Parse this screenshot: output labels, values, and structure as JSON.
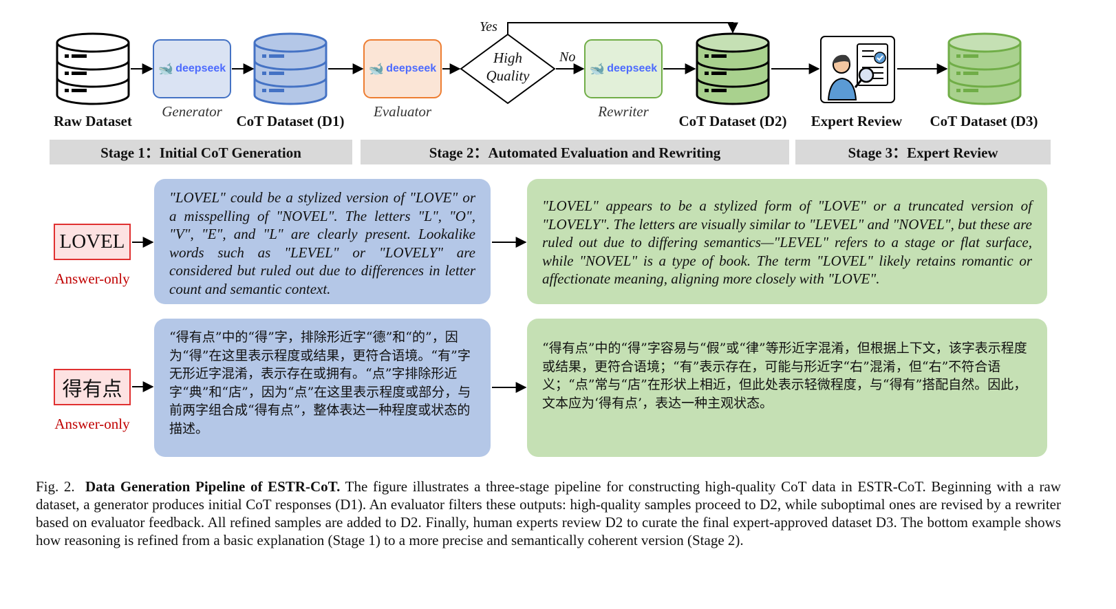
{
  "pipeline": {
    "nodes": {
      "raw_dataset": "Raw Dataset",
      "cot_d1": "CoT Dataset (D1)",
      "cot_d2": "CoT Dataset (D2)",
      "expert_review": "Expert Review",
      "cot_d3": "CoT Dataset (D3)"
    },
    "roles": {
      "generator": "Generator",
      "evaluator": "Evaluator",
      "rewriter": "Rewriter"
    },
    "model_logo_text": "deepseek",
    "decision": {
      "line1": "High",
      "line2": "Quality",
      "yes": "Yes",
      "no": "No"
    },
    "stages": [
      "Stage 1：Initial CoT Generation",
      "Stage 2：Automated Evaluation and Rewriting",
      "Stage 3：Expert Review"
    ],
    "colors": {
      "raw": "#ffffff",
      "blue": "#b4c7e7",
      "blue_stroke": "#4472c4",
      "orange": "#fbe5d6",
      "orange_stroke": "#ed7d31",
      "green": "#c5e0b4",
      "green_stroke": "#70ad47",
      "answer_red": "#c00000"
    }
  },
  "examples": [
    {
      "word": "LOVEL",
      "tag": "Answer-only",
      "stage1": "\"LOVEL\" could be a stylized version of \"LOVE\" or a misspelling of \"NOVEL\".  The letters \"L\", \"O\", \"V\", \"E\", and \"L\" are clearly present. Lookalike words such as \"LEVEL\" or \"LOVELY\" are considered but ruled out due to differences in letter count and semantic context.",
      "stage2": "\"LOVEL\" appears to be a stylized form of \"LOVE\" or a truncated version of \"LOVELY\". The letters are visually similar to \"LEVEL\" and \"NOVEL\", but these are ruled out due to differing semantics—\"LEVEL\" refers to a stage or flat surface, while \"NOVEL\" is a type of book. The term \"LOVEL\" likely retains romantic or affectionate meaning, aligning more closely with \"LOVE\"."
    },
    {
      "word": "得有点",
      "tag": "Answer-only",
      "stage1": "“得有点”中的“得”字，排除形近字“德”和“的”，因为“得”在这里表示程度或结果，更符合语境。“有”字无形近字混淆，表示存在或拥有。“点”字排除形近字“典”和“店”，因为“点”在这里表示程度或部分，与前两字组合成“得有点”，整体表达一种程度或状态的描述。",
      "stage2": "“得有点”中的“得”字容易与“假”或“律”等形近字混淆，但根据上下文，该字表示程度或结果，更符合语境；“有”表示存在，可能与形近字“右”混淆，但“右”不符合语义；“点”常与“店”在形状上相近，但此处表示轻微程度，与“得有”搭配自然。因此，文本应为‘得有点’，表达一种主观状态。"
    }
  ],
  "caption": {
    "fig": "Fig. 2.",
    "title": "Data Generation Pipeline of ESTR-CoT.",
    "body": "The figure illustrates a three-stage pipeline for constructing high-quality CoT data in ESTR-CoT. Beginning with a raw dataset, a generator produces initial CoT responses (D1). An evaluator filters these outputs: high-quality samples proceed to D2, while suboptimal ones are revised by a rewriter based on evaluator feedback. All refined samples are added to D2. Finally, human experts review D2 to curate the final expert-approved dataset D3. The bottom example shows how reasoning is refined from a basic explanation (Stage 1) to a more precise and semantically coherent version (Stage 2)."
  }
}
